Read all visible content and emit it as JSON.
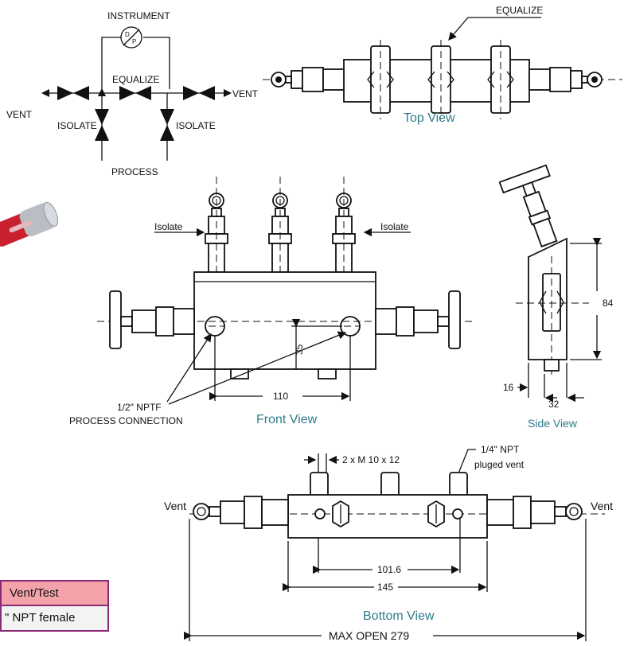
{
  "schematic": {
    "instrument": "INSTRUMENT",
    "dp_symbol_top": "D",
    "dp_symbol_bottom": "P",
    "equalize": "EQUALIZE",
    "vent_left": "VENT",
    "vent_right": "VENT",
    "isolate_left": "ISOLATE",
    "isolate_right": "ISOLATE",
    "process": "PROCESS"
  },
  "top_view": {
    "callout": "EQUALIZE",
    "title": "Top View"
  },
  "front_view": {
    "isolate_left": "Isolate",
    "isolate_right": "Isolate",
    "dim_35": "35",
    "dim_110": "110",
    "connection_line1": "1/2\" NPTF",
    "connection_line2": "PROCESS CONNECTION",
    "title": "Front View"
  },
  "side_view": {
    "dim_84": "84",
    "dim_16": "16",
    "dim_32": "32",
    "title": "Side View"
  },
  "bottom_view": {
    "bolt_spec": "2 x M 10 x 12",
    "vent_note_line1": "1/4\" NPT",
    "vent_note_line2": "pluged vent",
    "vent_left": "Vent",
    "vent_right": "Vent",
    "dim_101": "101.6",
    "dim_145": "145",
    "title": "Bottom View",
    "max_open": "MAX OPEN 279"
  },
  "table": {
    "header": "Vent/Test",
    "value": "\" NPT female"
  },
  "colors": {
    "view_title": "#2f7b8a",
    "table_header_bg": "#f4a3ab",
    "table_border": "#8b2a78"
  }
}
